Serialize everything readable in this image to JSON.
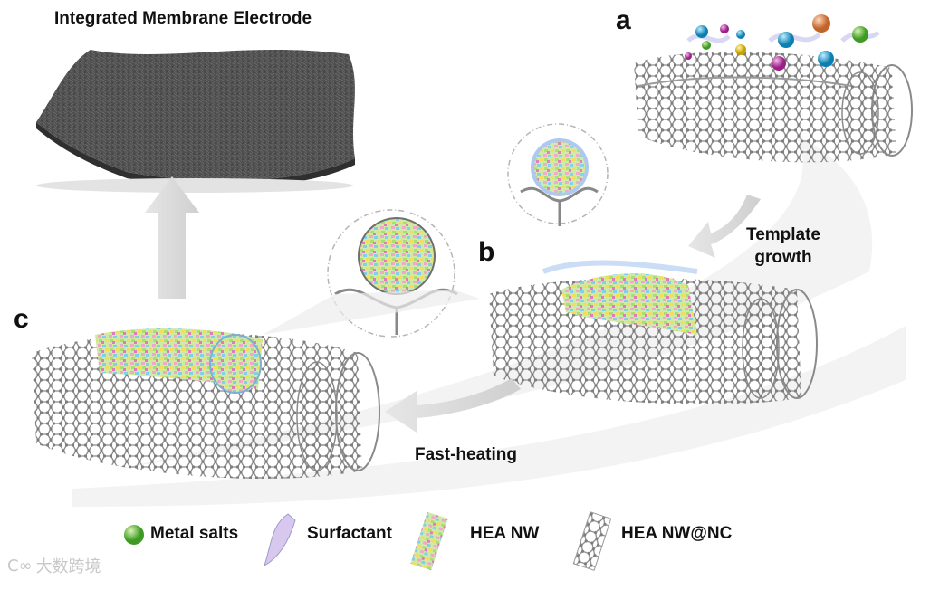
{
  "title": "Integrated Membrane Electrode",
  "panels": {
    "a": "a",
    "b": "b",
    "c": "c"
  },
  "steps": {
    "template_growth_line1": "Template",
    "template_growth_line2": "growth",
    "fast_heating": "Fast-heating"
  },
  "legend": [
    {
      "icon": "metal-salt-sphere-icon",
      "label": "Metal salts"
    },
    {
      "icon": "surfactant-ribbon-icon",
      "label": "Surfactant"
    },
    {
      "icon": "hea-nanowire-icon",
      "label": "HEA NW"
    },
    {
      "icon": "hea-nw-nc-icon",
      "label": "HEA NW@NC"
    }
  ],
  "watermark": {
    "logo": "C∞",
    "text": "大数跨境"
  },
  "colors": {
    "nanotube": "#8e8e8e",
    "membrane": "#4a4a4a",
    "arrow": "#d4d4d4",
    "metal_green": "#5fbf3a",
    "metal_cyan": "#1aa6d6",
    "metal_magenta": "#c23aa8",
    "metal_orange": "#e08a4a",
    "metal_yellow": "#e6c51a"
  }
}
